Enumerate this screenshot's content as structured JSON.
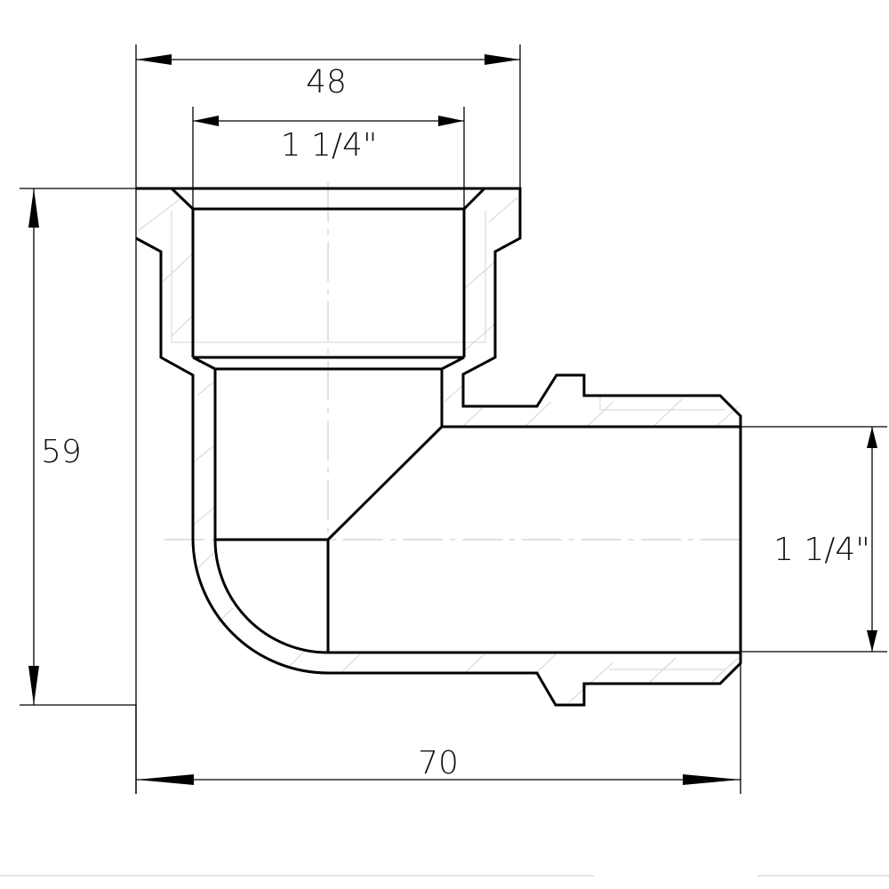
{
  "drawing": {
    "subject": "90-degree elbow fitting, female x male thread (section view)",
    "dimensions": {
      "overall_top_width": "48",
      "top_thread": "1 1/4\"",
      "overall_height": "59",
      "side_thread": "1 1/4\"",
      "overall_length": "70"
    },
    "colors": {
      "line": "#000000",
      "hatch": "#d4d4d4",
      "background": "#ffffff"
    }
  }
}
